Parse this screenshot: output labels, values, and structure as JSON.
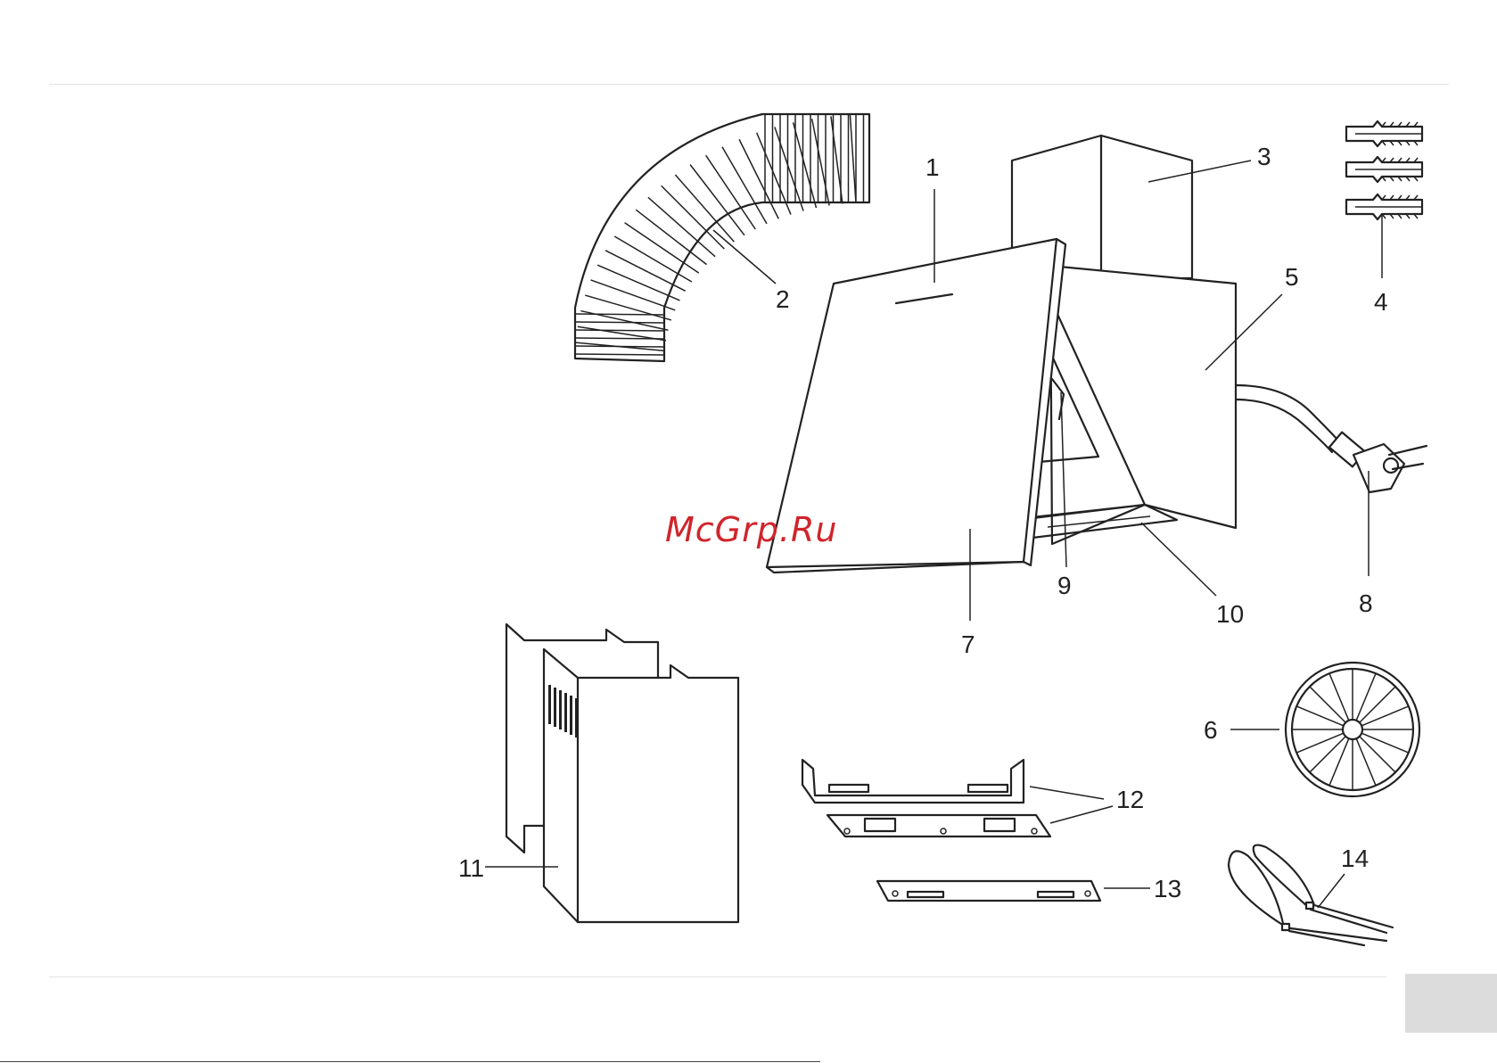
{
  "labels": {
    "n1": "1",
    "n2": "2",
    "n3": "3",
    "n4": "4",
    "n5": "5",
    "n6": "6",
    "n7": "7",
    "n8": "8",
    "n9": "9",
    "n10": "10",
    "n11": "11",
    "n12": "12",
    "n13": "13",
    "n14": "14"
  },
  "watermark": "McGrp.Ru",
  "colors": {
    "line": "#222222",
    "watermark": "#d0242b",
    "page_tab": "#dcdcdc"
  }
}
